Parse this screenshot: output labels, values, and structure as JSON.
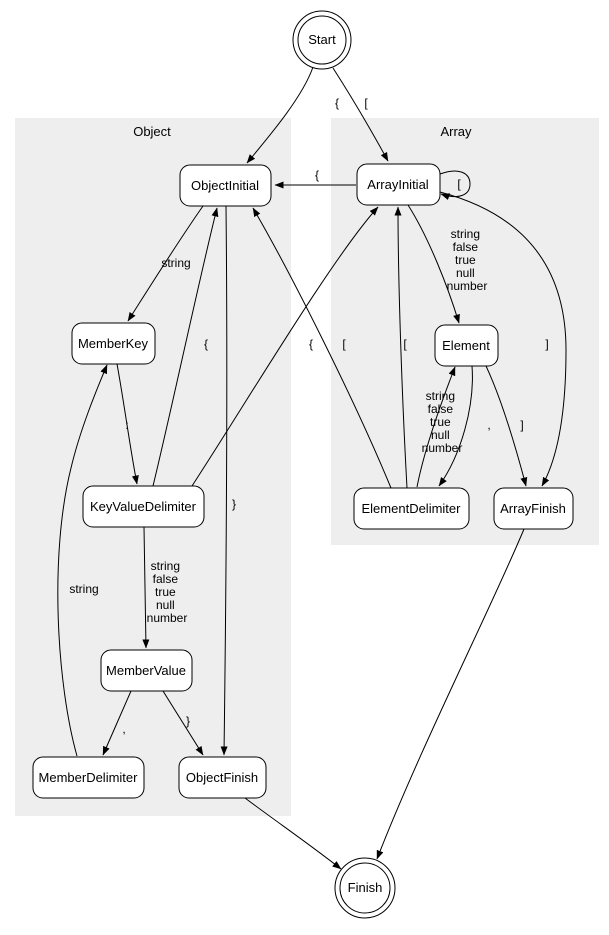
{
  "diagram": {
    "type": "state-machine",
    "clusters": {
      "object": "Object",
      "array": "Array"
    },
    "nodes": {
      "start": "Start",
      "objectInitial": "ObjectInitial",
      "arrayInitial": "ArrayInitial",
      "memberKey": "MemberKey",
      "element": "Element",
      "keyValueDelimiter": "KeyValueDelimiter",
      "elementDelimiter": "ElementDelimiter",
      "arrayFinish": "ArrayFinish",
      "memberValue": "MemberValue",
      "memberDelimiter": "MemberDelimiter",
      "objectFinish": "ObjectFinish",
      "finish": "Finish"
    },
    "edges": [
      {
        "from": "Start",
        "to": "ObjectInitial",
        "label": "{"
      },
      {
        "from": "Start",
        "to": "ArrayInitial",
        "label": "["
      },
      {
        "from": "ArrayInitial",
        "to": "ObjectInitial",
        "label": "{"
      },
      {
        "from": "ArrayInitial",
        "to": "ArrayInitial",
        "label": "["
      },
      {
        "from": "ArrayInitial",
        "to": "Element",
        "label": [
          "string",
          "false",
          "true",
          "null",
          "number"
        ]
      },
      {
        "from": "ObjectInitial",
        "to": "MemberKey",
        "label": "string"
      },
      {
        "from": "MemberKey",
        "to": "KeyValueDelimiter",
        "label": ":"
      },
      {
        "from": "KeyValueDelimiter",
        "to": "MemberValue",
        "label": [
          "string",
          "false",
          "true",
          "null",
          "number"
        ]
      },
      {
        "from": "KeyValueDelimiter",
        "to": "ObjectInitial",
        "label": "{"
      },
      {
        "from": "KeyValueDelimiter",
        "to": "ArrayInitial",
        "label": "["
      },
      {
        "from": "ElementDelimiter",
        "to": "ObjectInitial",
        "label": "{"
      },
      {
        "from": "ElementDelimiter",
        "to": "ArrayInitial",
        "label": "["
      },
      {
        "from": "ArrayInitial",
        "to": "ArrayFinish",
        "label": "]"
      },
      {
        "from": "Element",
        "to": "ElementDelimiter",
        "label": ","
      },
      {
        "from": "Element",
        "to": "ArrayFinish",
        "label": "]"
      },
      {
        "from": "ElementDelimiter",
        "to": "Element",
        "label": [
          "string",
          "false",
          "true",
          "null",
          "number"
        ]
      },
      {
        "from": "MemberValue",
        "to": "MemberDelimiter",
        "label": ","
      },
      {
        "from": "MemberValue",
        "to": "ObjectFinish",
        "label": "}"
      },
      {
        "from": "MemberDelimiter",
        "to": "MemberKey",
        "label": "string"
      },
      {
        "from": "ObjectInitial",
        "to": "ObjectFinish",
        "label": "}"
      },
      {
        "from": "ObjectFinish",
        "to": "Finish",
        "label": ""
      },
      {
        "from": "ArrayFinish",
        "to": "Finish",
        "label": ""
      }
    ]
  }
}
